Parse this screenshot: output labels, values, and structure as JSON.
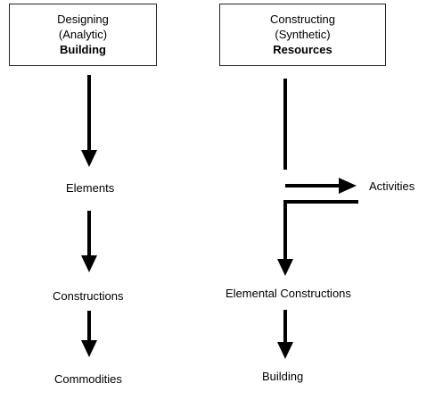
{
  "left_column": {
    "header": {
      "line1": "Designing",
      "line2": "(Analytic)",
      "line3": "Building"
    },
    "nodes": [
      "Elements",
      "Constructions",
      "Commodities"
    ]
  },
  "right_column": {
    "header": {
      "line1": "Constructing",
      "line2": "(Synthetic)",
      "line3": "Resources"
    },
    "branch_label": "Activities",
    "nodes": [
      "Elemental Constructions",
      "Building"
    ]
  }
}
